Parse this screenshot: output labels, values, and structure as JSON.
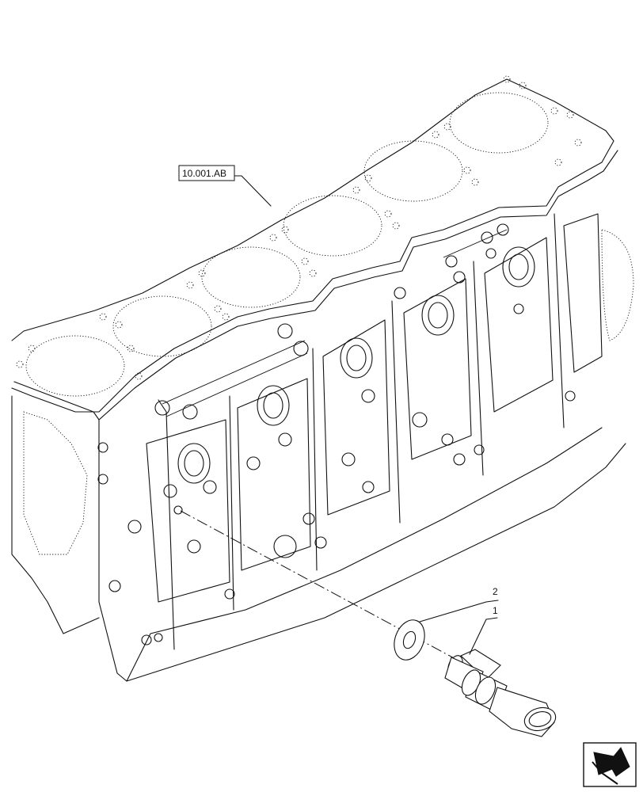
{
  "diagram": {
    "reference_label": "10.001.AB",
    "callouts": [
      {
        "number": "1"
      },
      {
        "number": "2"
      }
    ]
  },
  "nav_icon": "turn-page-arrow-icon"
}
